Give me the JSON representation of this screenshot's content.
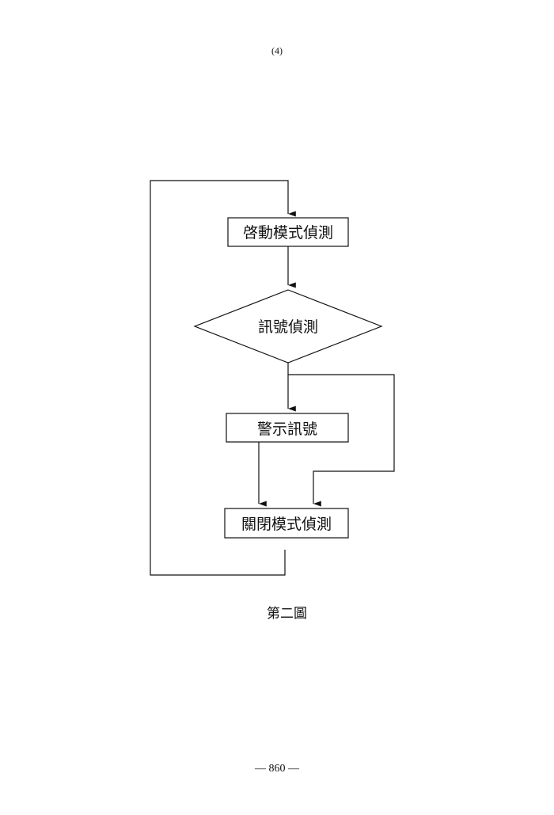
{
  "page_header": "(4)",
  "page_footer": "— 860 —",
  "figure_caption": "第二圖",
  "nodes": {
    "start": "啓動模式偵測",
    "decision": "訊號偵測",
    "alarm": "警示訊號",
    "end": "關閉模式偵測"
  },
  "colors": {
    "line": "#111111",
    "background": "#ffffff"
  }
}
